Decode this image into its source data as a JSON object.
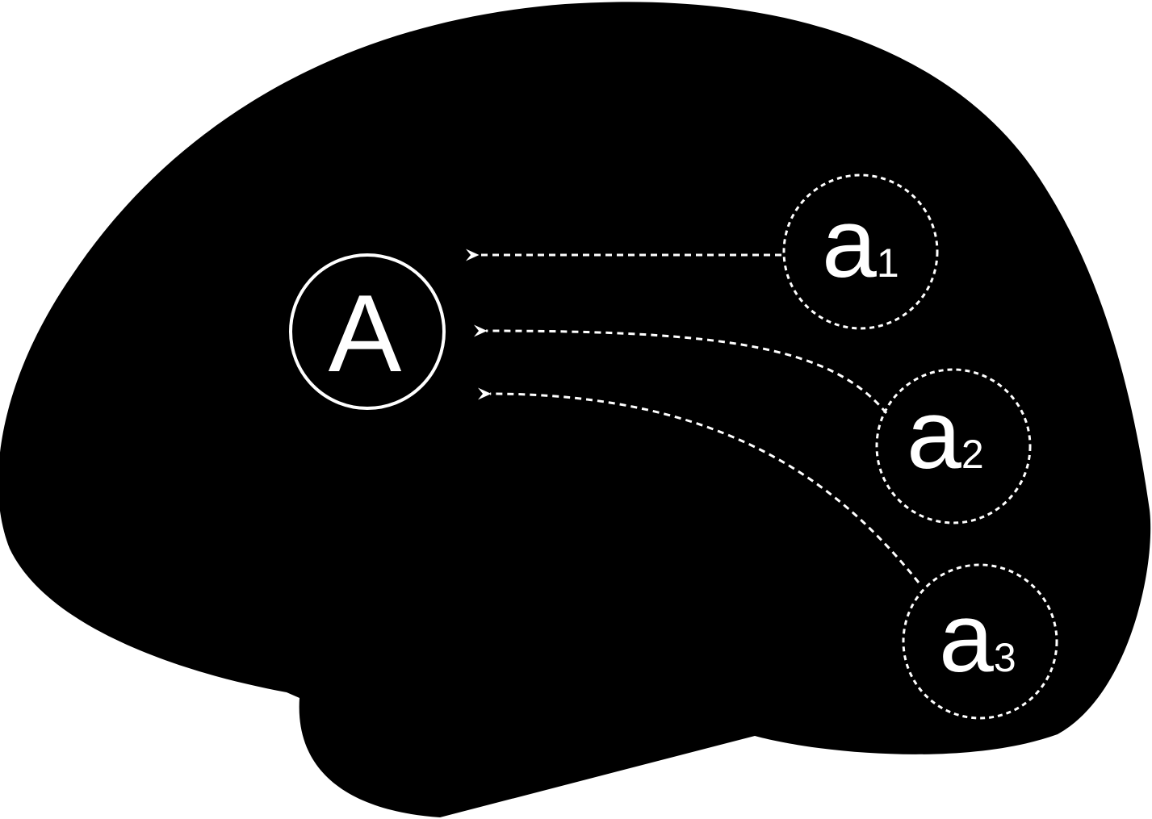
{
  "colors": {
    "silhouette": "#000000",
    "foreground": "#ffffff",
    "background": "#ffffff"
  },
  "icon": "brain-silhouette",
  "target_node": {
    "label": "A"
  },
  "source_nodes": [
    {
      "letter": "a",
      "subscript": "1"
    },
    {
      "letter": "a",
      "subscript": "2"
    },
    {
      "letter": "a",
      "subscript": "3"
    }
  ]
}
